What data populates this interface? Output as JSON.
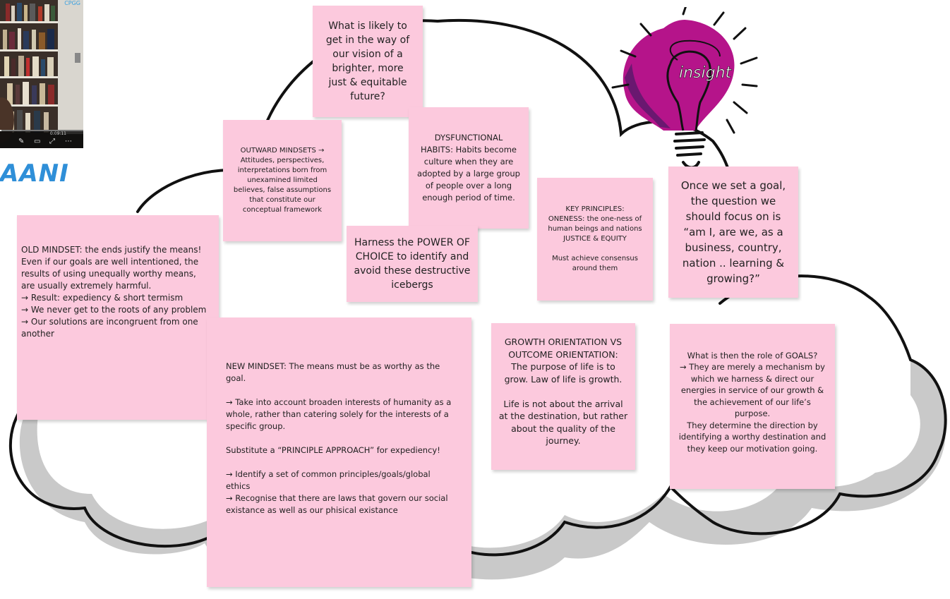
{
  "video": {
    "brand": "CPGG",
    "time": "0:09:11",
    "controls": [
      "✎",
      "▭",
      "⤢",
      "⋯"
    ]
  },
  "title": "AANI",
  "insight_label": "insight",
  "notes": {
    "vision": "What is likely to get in the way of our vision of a brighter, more just & equitable future?",
    "outward": "OUTWARD MINDSETS → Attitudes, perspectives, interpretations born from unexamined limited believes, false assumptions that constitute our conceptual framework",
    "dysfunctional": "DYSFUNCTIONAL HABITS: Habits become culture when they are adopted by a large group of people over a long enough period of time.",
    "harness": "Harness the POWER OF CHOICE to identify and avoid these destructive icebergs",
    "key_principles": "KEY PRINCIPLES:\nONENESS: the one-ness of human beings and nations\nJUSTICE & EQUITY\n\nMust achieve consensus around them",
    "goal_question": "Once we set a goal, the question we should focus on is “am I, are we, as a business, country, nation .. learning & growing?”",
    "old_mindset": "OLD MINDSET: the ends justify the means!\nEven if our goals are well intentioned, the results of using unequally worthy means, are usually extremely harmful.\n→ Result: expediency & short termism\n→ We never get to the roots of any problem\n→ Our solutions are incongruent from one another",
    "new_mindset": "NEW MINDSET: The means must be as worthy as the goal.\n\n→ Take into account broaden interests of humanity as a whole, rather than catering solely for the interests of a specific group.\n\nSubstitute a “PRINCIPLE APPROACH” for expediency!\n\n→ Identify a set of common principles/goals/global ethics\n→ Recognise that there are laws that govern our social existance as well as our phisical existance",
    "growth": "GROWTH ORIENTATION VS OUTCOME ORIENTATION:\nThe purpose of life is to grow. Law of life is growth.\n\nLife is not about the arrival at the destination, but rather about the quality of the journey.",
    "goals_role": "What is then the role of GOALS?\n→ They are merely a mechanism by which we harness & direct our energies in service of our growth & the achievement of our life’s purpose.\nThey determine the direction by identifying a worthy destination and they keep our motivation going."
  }
}
